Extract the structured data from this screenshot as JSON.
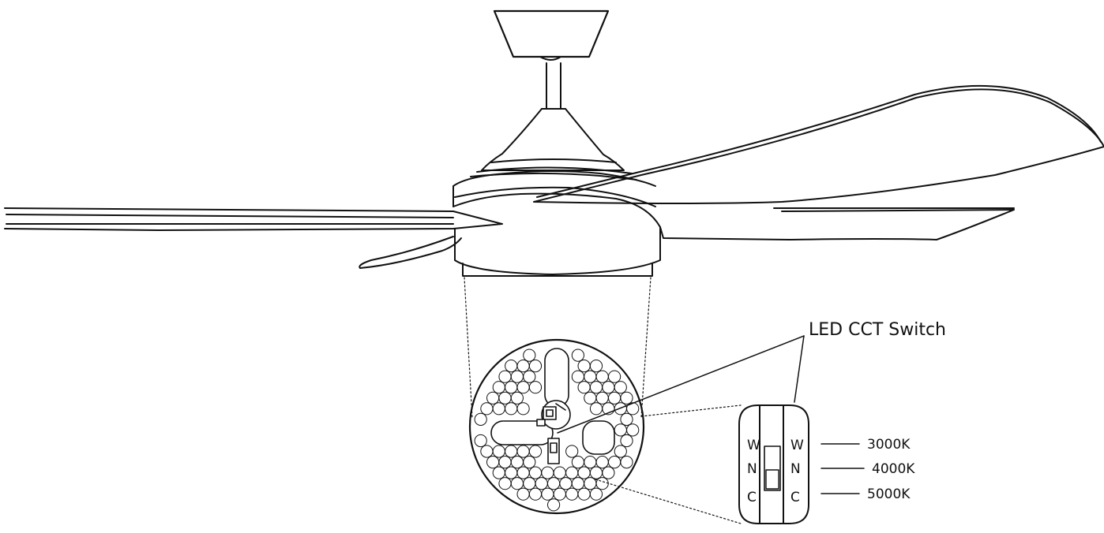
{
  "callout": {
    "title": "LED CCT Switch"
  },
  "switch": {
    "left_letters": [
      "W",
      "N",
      "C"
    ],
    "right_letters": [
      "W",
      "N",
      "C"
    ]
  },
  "cct_labels": [
    "3000K",
    "4000K",
    "5000K"
  ],
  "colors": {
    "stroke": "#111111",
    "background": "#ffffff"
  }
}
